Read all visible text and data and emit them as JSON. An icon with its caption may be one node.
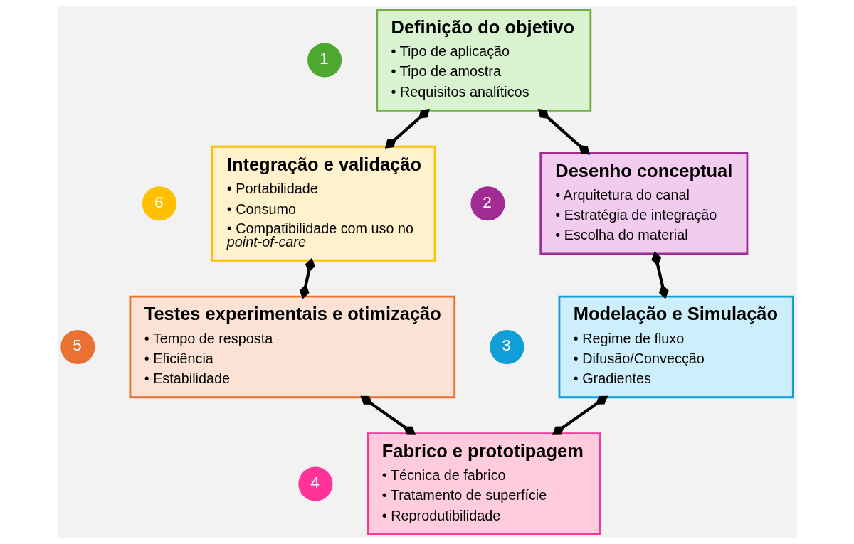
{
  "diagram": {
    "nodes": [
      {
        "text": [
          "1"
        ]
      },
      {
        "text": [
          "Definição do objetivo",
          "• Tipo de aplicação",
          "• Tipo de amostra",
          "• Requisitos analíticos"
        ]
      },
      {
        "text": [
          "6"
        ]
      },
      {
        "text": [
          "Integração e validação",
          "• Portabilidade",
          "• Consumo",
          "• Compatibilidade com uso no *point-of-care*"
        ]
      },
      {
        "text": [
          "2"
        ]
      },
      {
        "text": [
          "Desenho conceptual",
          "• Arquitetura do canal",
          "• Estratégia de integração",
          "• Escolha do material"
        ]
      },
      {
        "text": [
          "5"
        ]
      },
      {
        "text": [
          "Testes experimentais e otimização",
          "• Tempo de resposta",
          "• Eficiência",
          "• Estabilidade"
        ]
      },
      {
        "text": [
          "3"
        ]
      },
      {
        "text": [
          "Modelação e Simulação",
          "• Regime de fluxo",
          "• Difusão/Convecção",
          "• Gradientes"
        ]
      },
      {
        "text": [
          "4"
        ]
      },
      {
        "text": [
          "Fabrico e prototipagem",
          "• Técnica de fabrico",
          "• Tratamento de superfície",
          "• Reprodutibilidade"
        ]
      }
    ],
    "edges": [
      {
        "from": 1,
        "to": 5,
        "arrow": "other"
      },
      {
        "from": 5,
        "to": 9,
        "arrow": "other"
      },
      {
        "from": 9,
        "to": 11,
        "arrow": "other"
      },
      {
        "from": 11,
        "to": 7,
        "arrow": "other"
      },
      {
        "from": 7,
        "to": 3,
        "arrow": "other"
      },
      {
        "from": 3,
        "to": 1,
        "arrow": "other"
      }
    ]
  }
}
